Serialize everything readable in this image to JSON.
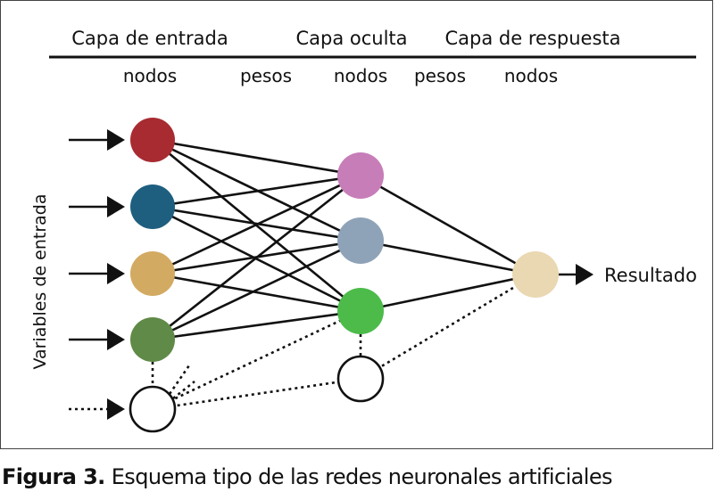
{
  "headers": {
    "input_layer": "Capa de entrada",
    "hidden_layer": "Capa oculta",
    "output_layer": "Capa de respuesta"
  },
  "sublabels": {
    "input_nodes": "nodos",
    "weights_1": "pesos",
    "hidden_nodes": "nodos",
    "weights_2": "pesos",
    "output_nodes": "nodos"
  },
  "side_label": "Variables de entrada",
  "output_label": "Resultado",
  "caption": {
    "bold": "Figura 3.",
    "text": " Esquema tipo de las redes neuronales artificiales"
  },
  "colors": {
    "input_1": "#a82b31",
    "input_2": "#1e5f80",
    "input_3": "#d3aa62",
    "input_4": "#5f8a47",
    "hidden_1": "#c77db8",
    "hidden_2": "#8fa3b8",
    "hidden_3": "#4cbb4a",
    "output": "#ead8b2",
    "empty": "#ffffff",
    "line": "#111111"
  }
}
